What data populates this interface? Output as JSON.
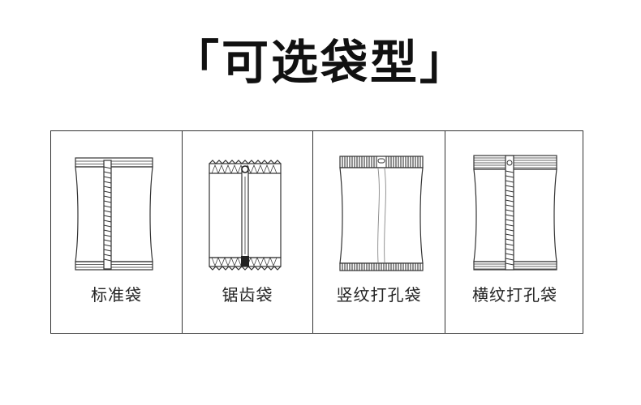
{
  "title": "「可选袋型」",
  "bag_types": [
    {
      "label": "标准袋",
      "icon": "standard-bag-icon"
    },
    {
      "label": "锯齿袋",
      "icon": "zigzag-bag-icon"
    },
    {
      "label": "竖纹打孔袋",
      "icon": "vertical-stripe-punched-bag-icon"
    },
    {
      "label": "横纹打孔袋",
      "icon": "horizontal-stripe-punched-bag-icon"
    }
  ],
  "colors": {
    "line": "#333333",
    "text": "#111111",
    "background": "#ffffff"
  }
}
